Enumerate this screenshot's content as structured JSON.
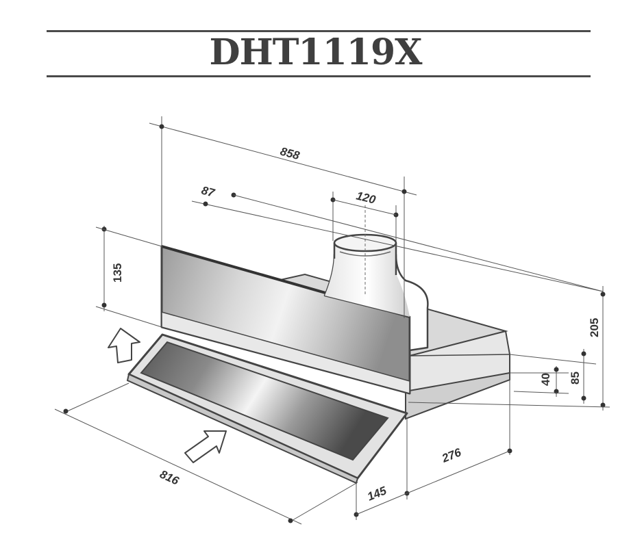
{
  "title": "DHT1119X",
  "dimensions": {
    "width_total": "858",
    "offset_outlet": "87",
    "outlet_diameter": "120",
    "panel_height": "135",
    "total_height": "205",
    "body_height_40": "40",
    "body_height_85": "85",
    "width_front": "816",
    "depth": "276",
    "front_depth": "145"
  },
  "icons": {
    "airflow_arrow": "hollow-arrow-icon"
  }
}
